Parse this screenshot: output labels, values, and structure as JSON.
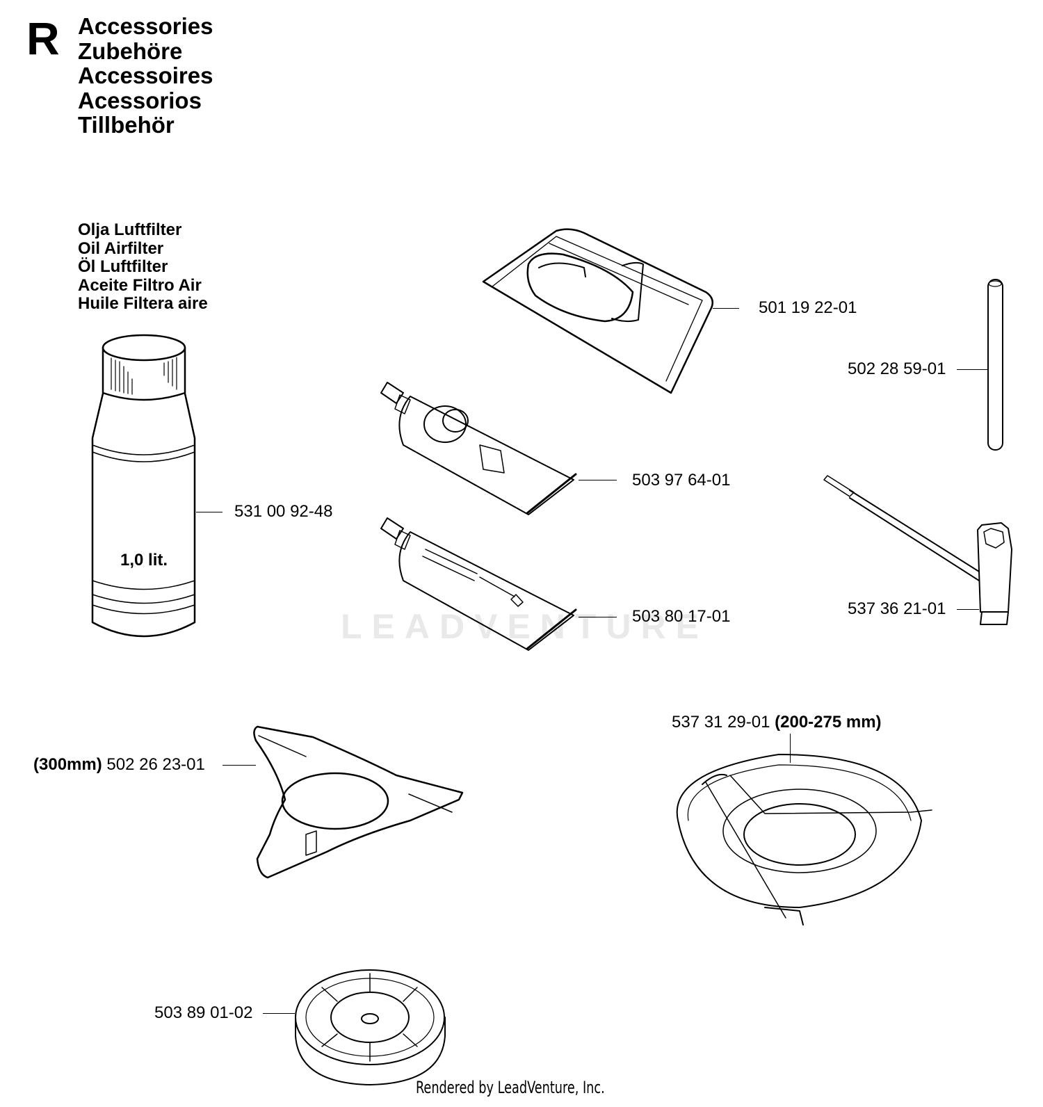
{
  "section": {
    "letter": "R",
    "titles": [
      "Accessories",
      "Zubehöre",
      "Accessoires",
      "Acessorios",
      "Tillbehör"
    ]
  },
  "oil_airfilter": {
    "titles": [
      "Olja Luftfilter",
      "Oil Airfilter",
      "Öl Luftfilter",
      "Aceite Filtro Air",
      "Huile Filtera aire"
    ],
    "bottle_label": "1,0 lit."
  },
  "parts": [
    {
      "id": "bottle",
      "part_number": "531 00 92-48",
      "prefix": "",
      "suffix": ""
    },
    {
      "id": "bag",
      "part_number": "501 19 22-01",
      "prefix": "",
      "suffix": ""
    },
    {
      "id": "pin",
      "part_number": "502 28 59-01",
      "prefix": "",
      "suffix": ""
    },
    {
      "id": "grease-tube-1",
      "part_number": "503 97 64-01",
      "prefix": "",
      "suffix": ""
    },
    {
      "id": "grease-tube-2",
      "part_number": "503 80 17-01",
      "prefix": "",
      "suffix": ""
    },
    {
      "id": "spark-plug-wrench",
      "part_number": "537 36 21-01",
      "prefix": "",
      "suffix": ""
    },
    {
      "id": "blade-guard",
      "part_number": "502 26 23-01",
      "prefix": "(300mm)",
      "suffix": ""
    },
    {
      "id": "trimmer-guard",
      "part_number": "537 31 29-01",
      "prefix": "",
      "suffix": "(200-275 mm)"
    },
    {
      "id": "support-cup",
      "part_number": "503 89 01-02",
      "prefix": "",
      "suffix": ""
    }
  ],
  "watermark": "LEADVENTURE",
  "footer": "Rendered by LeadVenture, Inc."
}
